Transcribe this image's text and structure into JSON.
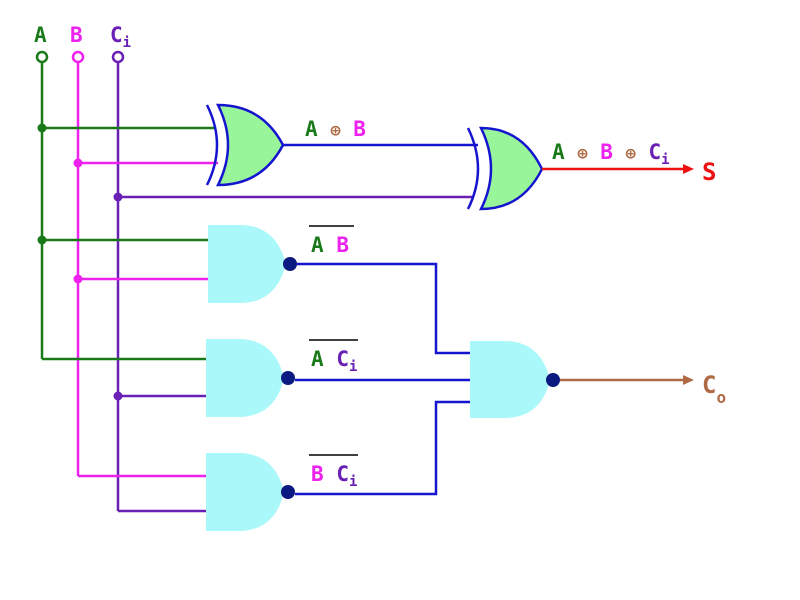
{
  "colors": {
    "a": "#1a7a1a",
    "b": "#ee22ee",
    "ci": "#6a1fb5",
    "wire": "#1515d0",
    "sum": "#ee1111",
    "carry": "#b06a45",
    "oplus": "#b06a45",
    "xor_fill": "#99f599",
    "nand_fill": "#aaf8fa",
    "bubble": "#0a1a80"
  },
  "inputs": {
    "a": "A",
    "b": "B",
    "ci_main": "C",
    "ci_sub": "i"
  },
  "xor1_label": {
    "a": "A",
    "op": "⊕",
    "b": "B"
  },
  "sum_expr": {
    "a": "A",
    "op1": "⊕",
    "b": "B",
    "op2": "⊕",
    "ci_main": "C",
    "ci_sub": "i"
  },
  "sum_output": "S",
  "nand1_label": {
    "a": "A",
    "b": "B"
  },
  "nand2_label": {
    "a": "A",
    "ci_main": "C",
    "ci_sub": "i"
  },
  "nand3_label": {
    "b": "B",
    "ci_main": "C",
    "ci_sub": "i"
  },
  "carry_output": {
    "main": "C",
    "sub": "o"
  }
}
